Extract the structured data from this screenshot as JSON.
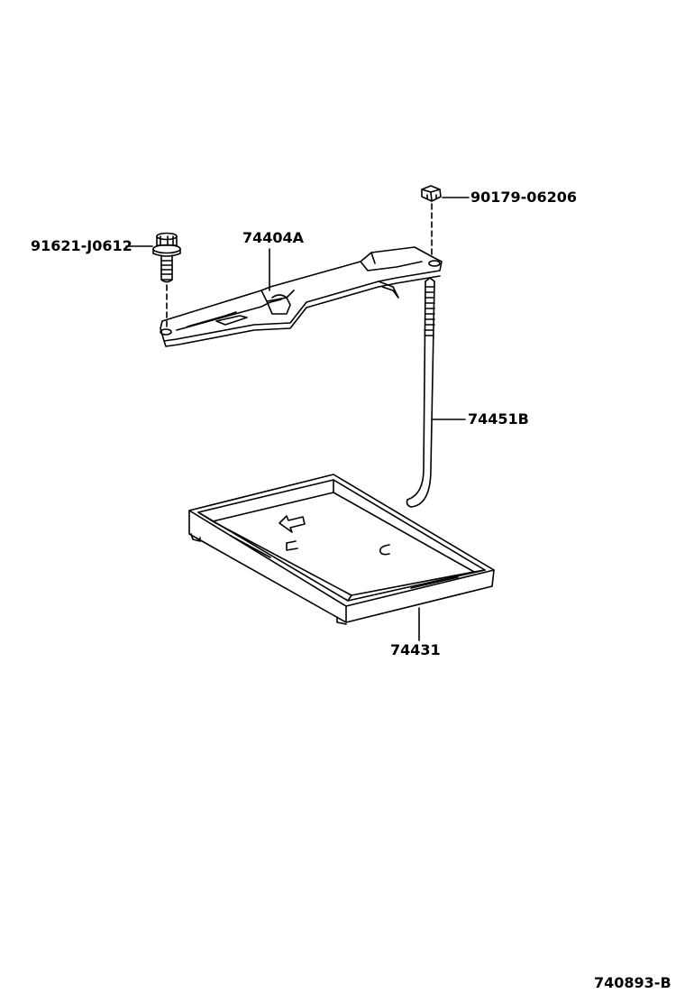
{
  "parts": {
    "bolt": "91621-J0612",
    "clamp": "74404A",
    "nut": "90179-06206",
    "rod": "74451B",
    "tray": "74431"
  },
  "figure_id": "740893-B",
  "colors": {
    "line": "#000000",
    "background": "#ffffff"
  }
}
